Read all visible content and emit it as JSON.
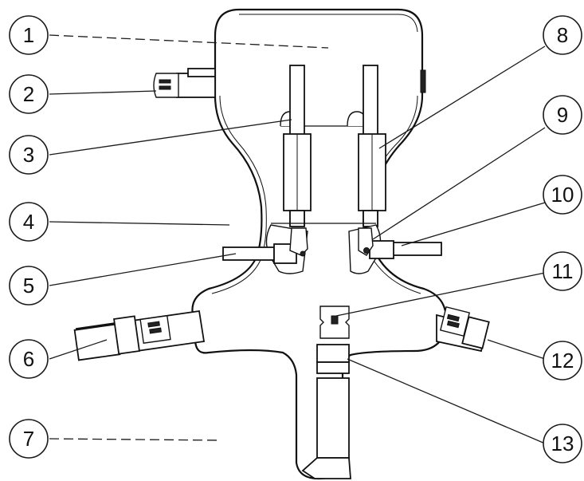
{
  "colors": {
    "line": "#111111",
    "background": "#ffffff"
  },
  "callouts": [
    {
      "label": "1",
      "target": "backrest-pad"
    },
    {
      "label": "2",
      "target": "side-buckle-left"
    },
    {
      "label": "3",
      "target": "shoulder-strap-slot"
    },
    {
      "label": "4",
      "target": "body-pad-waist"
    },
    {
      "label": "5",
      "target": "waist-buckle-left"
    },
    {
      "label": "6",
      "target": "hip-strap-left"
    },
    {
      "label": "7",
      "target": "crotch-pad"
    },
    {
      "label": "8",
      "target": "shoulder-strap-sleeve"
    },
    {
      "label": "9",
      "target": "strap-adjuster"
    },
    {
      "label": "10",
      "target": "waist-buckle-right"
    },
    {
      "label": "11",
      "target": "center-buckle-tongue"
    },
    {
      "label": "12",
      "target": "hip-buckle-right"
    },
    {
      "label": "13",
      "target": "crotch-strap-buckle"
    }
  ]
}
